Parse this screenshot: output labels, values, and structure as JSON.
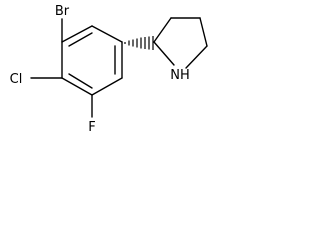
{
  "molecule": {
    "atoms": {
      "bromine": "Br",
      "chlorine": "Cl",
      "fluorine": "F",
      "amine": "NH"
    },
    "stereo_bond": "hashed-wedge",
    "ring_bond_color": "#000000"
  }
}
